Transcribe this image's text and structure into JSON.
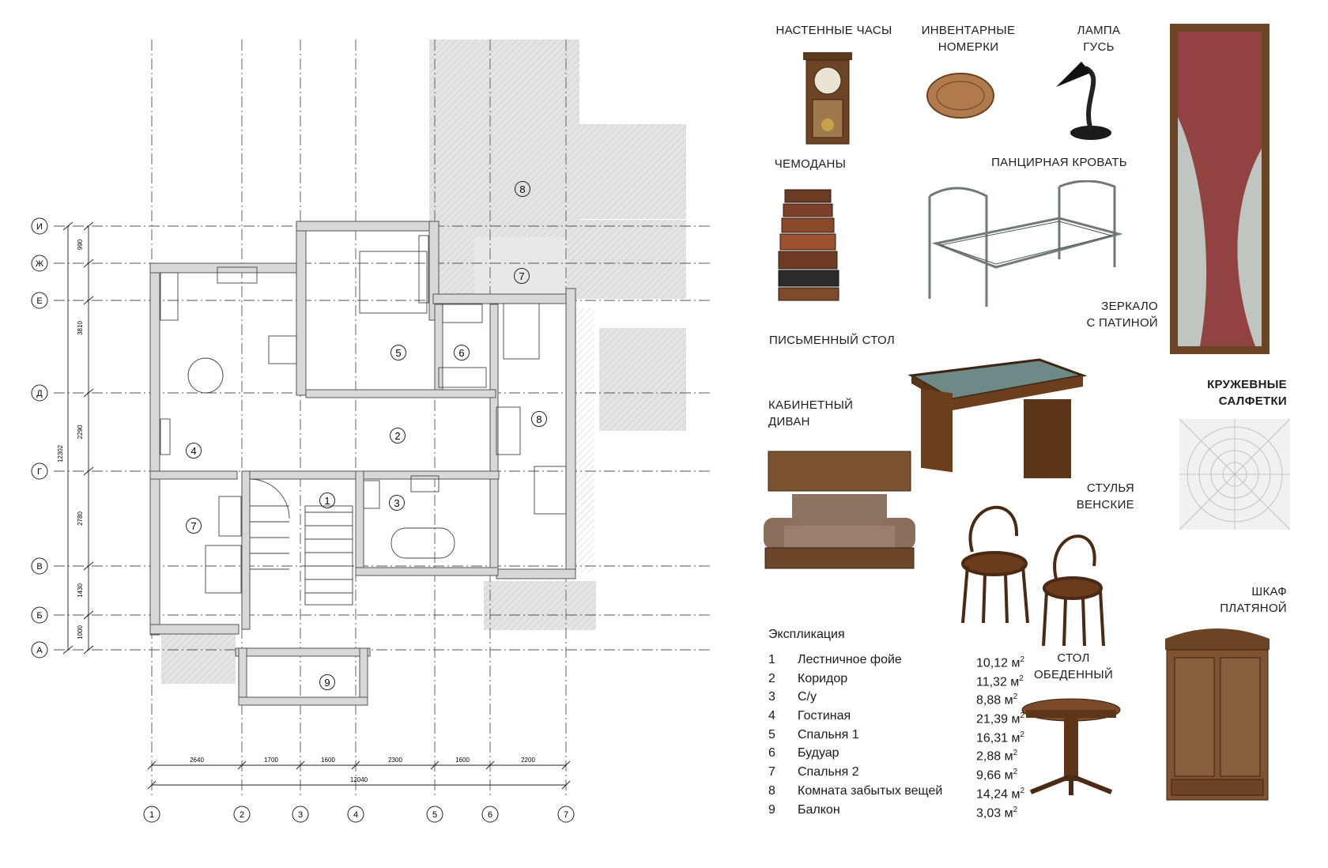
{
  "plan": {
    "axes_letters": [
      "И",
      "Ж",
      "Е",
      "Д",
      "Г",
      "В",
      "Б",
      "А"
    ],
    "axes_numbers": [
      "1",
      "2",
      "3",
      "4",
      "5",
      "6",
      "7"
    ],
    "dims_vertical": [
      "990",
      "3810",
      "2290",
      "2780",
      "1430",
      "1000"
    ],
    "dim_total_vertical": "12302",
    "dims_horizontal": [
      "2640",
      "1700",
      "1600",
      "2300",
      "1600",
      "2200"
    ],
    "dim_total_horizontal": "12040",
    "room_markers": [
      "1",
      "2",
      "3",
      "4",
      "5",
      "6",
      "7",
      "7",
      "8",
      "8",
      "9"
    ]
  },
  "items": {
    "clock": "НАСТЕННЫЕ ЧАСЫ",
    "tags_l1": "ИНВЕНТАРНЫЕ",
    "tags_l2": "НОМЕРКИ",
    "lamp_l1": "ЛАМПА",
    "lamp_l2": "ГУСЬ",
    "suitcases": "ЧЕМОДАНЫ",
    "bed": "ПАНЦИРНАЯ КРОВАТЬ",
    "mirror_l1": "ЗЕРКАЛО",
    "mirror_l2": "С ПАТИНОЙ",
    "desk": "ПИСЬМЕННЫЙ СТОЛ",
    "napkins_l1": "КРУЖЕВНЫЕ",
    "napkins_l2": "САЛФЕТКИ",
    "sofa_l1": "КАБИНЕТНЫЙ",
    "sofa_l2": "ДИВАН",
    "chairs_l1": "СТУЛЬЯ",
    "chairs_l2": "ВЕНСКИЕ",
    "wardrobe_l1": "ШКАФ",
    "wardrobe_l2": "ПЛАТЯНОЙ",
    "table_l1": "СТОЛ",
    "table_l2": "ОБЕДЕННЫЙ"
  },
  "explication": {
    "title": "Экспликация",
    "unit": "м",
    "unit_power": "2",
    "rows": [
      {
        "n": "1",
        "name": "Лестничное фойе",
        "area": "10,12"
      },
      {
        "n": "2",
        "name": "Коридор",
        "area": "11,32"
      },
      {
        "n": "3",
        "name": "С/у",
        "area": "8,88"
      },
      {
        "n": "4",
        "name": "Гостиная",
        "area": "21,39"
      },
      {
        "n": "5",
        "name": "Спальня 1",
        "area": "16,31"
      },
      {
        "n": "6",
        "name": "Будуар",
        "area": "2,88"
      },
      {
        "n": "7",
        "name": "Спальня 2",
        "area": "9,66"
      },
      {
        "n": "8",
        "name": "Комната забытых вещей",
        "area": "14,24"
      },
      {
        "n": "9",
        "name": "Балкон",
        "area": "3,03"
      }
    ]
  }
}
